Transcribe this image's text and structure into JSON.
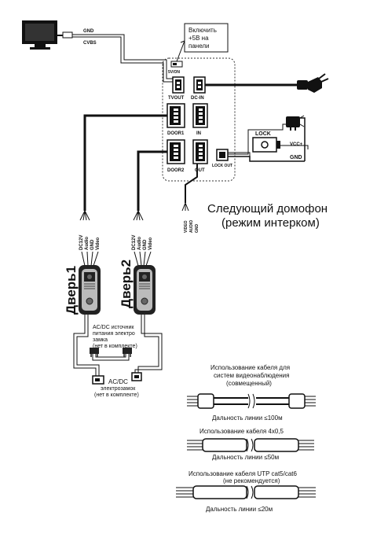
{
  "monitor": {
    "gnd": "GND",
    "cvbs": "CVBS",
    "switch_label": "5V/ON",
    "note": [
      "Включить",
      "+5В на",
      "панели"
    ]
  },
  "board": {
    "tvout": "TVOUT",
    "dcin": "DC-IN",
    "door1": "DOOR1",
    "in": "IN",
    "door2": "DOOR2",
    "out": "OUT",
    "lockout": "LOCK OUT"
  },
  "lock": {
    "label": "LOCK",
    "vcc": "VCC+",
    "gnd": "GND"
  },
  "next_intercom": {
    "line1": "Следующий домофон",
    "line2": "(режим интерком)",
    "wires": [
      "VIDEO",
      "AUDIO",
      "GND"
    ]
  },
  "doors": {
    "door1": "Дверь1",
    "door2": "Дверь2",
    "wires": [
      "DC12V",
      "Audio",
      "GND",
      "Video"
    ]
  },
  "lock_power": {
    "source": [
      "AC/DC источник",
      "питания электро",
      "замка",
      "(нет в комплекте)"
    ],
    "elock": [
      "AC/DC",
      "электрозамок",
      "(нет в комплекте)"
    ]
  },
  "cables": {
    "coax_title": [
      "Использование кабеля для",
      "систем видеонаблюдения",
      "(совмещенный)"
    ],
    "coax_distance": "Дальность линии ≤100м",
    "c4x05_title": "Использование кабеля 4x0,5",
    "c4x05_distance": "Дальность линии ≤50м",
    "utp_title": [
      "Использование кабеля UTP cat5/cat6",
      "(не рекомендуется)"
    ],
    "utp_distance": "Дальность линии ≤20м"
  }
}
